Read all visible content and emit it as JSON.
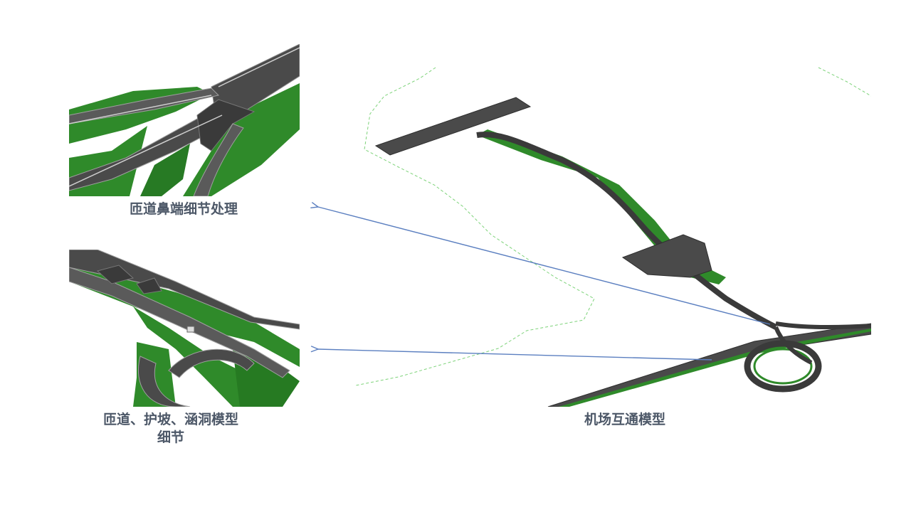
{
  "captions": {
    "nose": "匝道鼻端细节处理",
    "slope_line1": "匝道、护坡、涵洞模型",
    "slope_line2": "细节",
    "overall": "机场互通模型"
  },
  "colors": {
    "road": "#4a4a4a",
    "road_dark": "#2e2e2e",
    "road_edge": "#9a9a9a",
    "slope_green": "#2f8a2a",
    "slope_green_dark": "#1e6a1c",
    "boundary": "#7ed37a",
    "arrow": "#5b7fc0",
    "caption": "#4d5868"
  },
  "icons": [
    "arrow-left-icon"
  ]
}
